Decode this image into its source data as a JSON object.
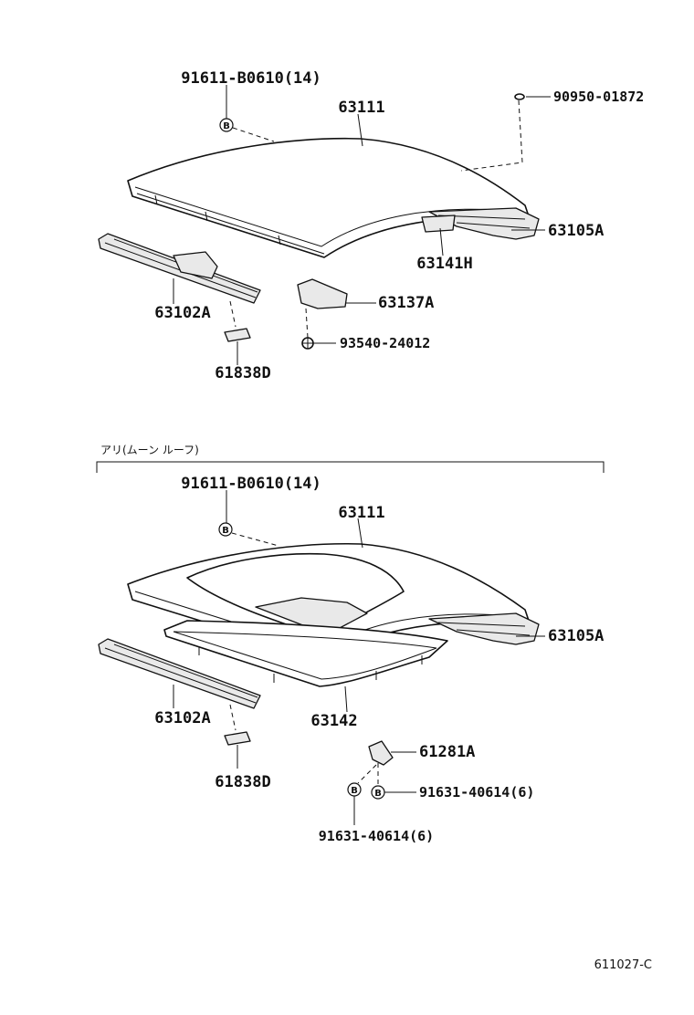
{
  "top": {
    "labels": {
      "clip_b0610": "91611-B0610(14)",
      "roof_panel": "63111",
      "plug": "90950-01872",
      "rail_rear": "63105A",
      "reinforcement_h": "63141H",
      "rail_front": "63102A",
      "bracket": "63137A",
      "screw": "93540-24012",
      "pad": "61838D"
    },
    "badge_letter": "B"
  },
  "bottom": {
    "section_note": "アリ(ムーン ルーフ)",
    "labels": {
      "clip_b0610": "91611-B0610(14)",
      "roof_panel": "63111",
      "rail_rear": "63105A",
      "rail_front": "63102A",
      "frame": "63142",
      "pad": "61838D",
      "bracket": "61281A",
      "bolt_right": "91631-40614(6)",
      "bolt_bottom": "91631-40614(6)"
    },
    "badge_letter": "B"
  },
  "footer": {
    "reference": "611027-C"
  }
}
